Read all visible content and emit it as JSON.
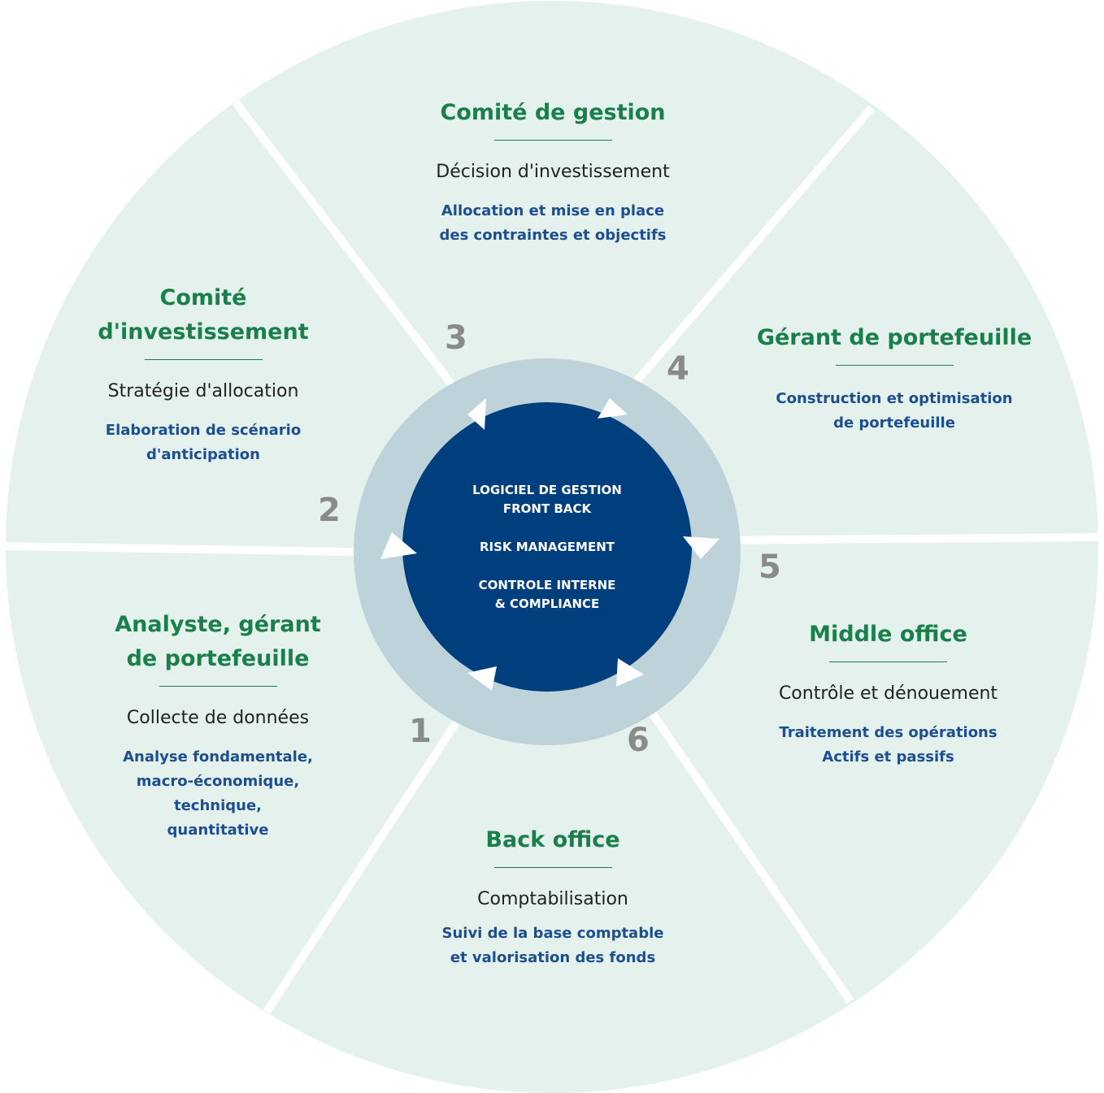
{
  "colors": {
    "segment_fill": "#e4f1ec",
    "ring_fill": "#bed2d9",
    "core_fill": "#003f7d",
    "separator": "#ffffff",
    "title_green": "#1a7f4b",
    "desc_blue": "#1d4e8f",
    "step_gray": "#8a8a8a"
  },
  "hub": {
    "items": [
      "LOGICIEL DE GESTION\nFRONT BACK",
      "RISK MANAGEMENT",
      "CONTROLE INTERNE\n& COMPLIANCE"
    ]
  },
  "segments": [
    {
      "step": "3",
      "title": "Comité de gestion",
      "subtitle": "Décision d'investissement",
      "desc": [
        "Allocation et mise en place",
        "des contraintes et objectifs"
      ]
    },
    {
      "step": "4",
      "title": "Gérant de portefeuille",
      "subtitle": "",
      "desc": [
        "Construction et optimisation",
        "de portefeuille"
      ]
    },
    {
      "step": "5",
      "title": "Middle office",
      "subtitle": "Contrôle et dénouement",
      "desc": [
        "Traitement des opérations",
        "Actifs et passifs"
      ]
    },
    {
      "step": "6",
      "title": "Back office",
      "subtitle": "Comptabilisation",
      "desc": [
        "Suivi de la base comptable",
        "et valorisation des fonds"
      ]
    },
    {
      "step": "1",
      "title": "Analyste, gérant de portefeuille",
      "subtitle": "Collecte de données",
      "desc": [
        "Analyse fondamentale,",
        "macro-économique,",
        "technique,",
        "quantitative"
      ]
    },
    {
      "step": "2",
      "title": "Comité d'investissement",
      "subtitle": "Stratégie d'allocation",
      "desc": [
        "Elaboration de scénario",
        "d'anticipation"
      ]
    }
  ]
}
